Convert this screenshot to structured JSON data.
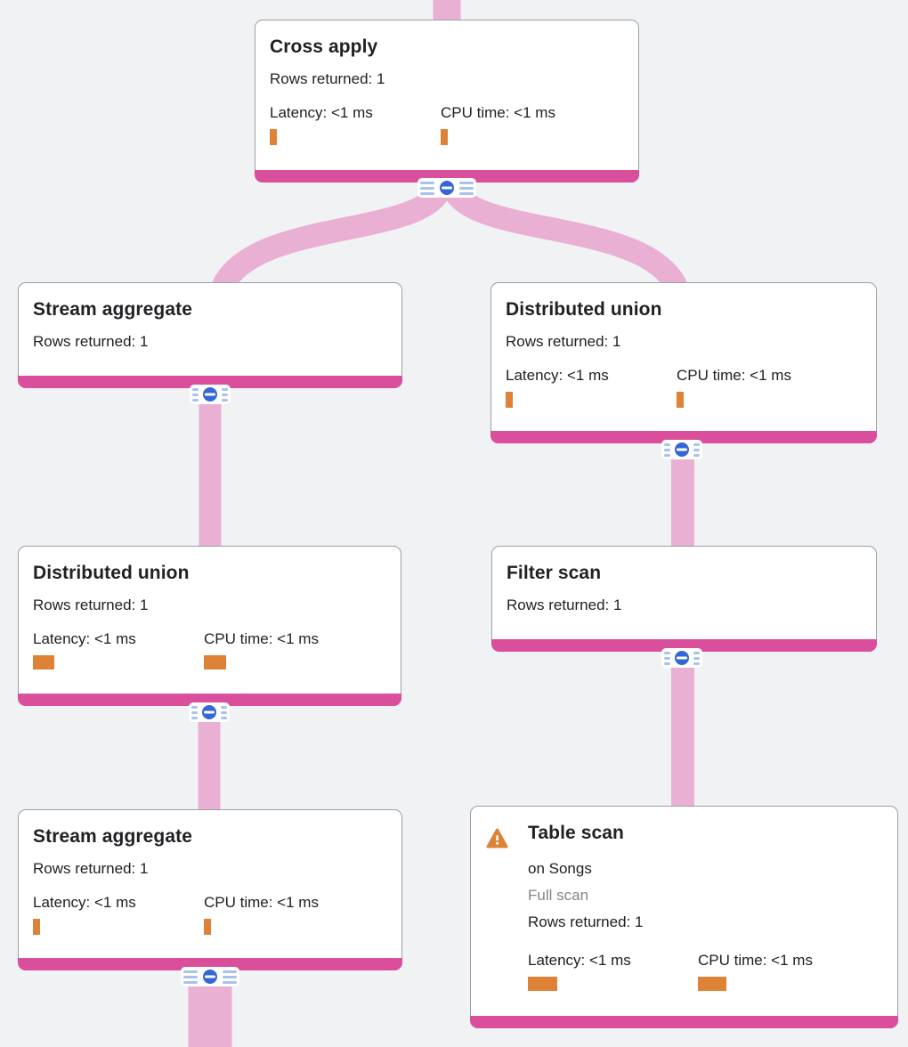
{
  "colors": {
    "bg": "#f0f2f4",
    "border": "#9aa0a6",
    "accent": "#d94f9c",
    "link": "#e9b0d4",
    "blue": "#3367d6",
    "bluelines": "#a8c1ee",
    "orange": "#dd8236",
    "title": "#202124",
    "body": "#202124",
    "muted": "#80868b"
  },
  "nodes": [
    {
      "title": "Cross apply",
      "rows": "Rows returned: 1",
      "latency": "Latency: <1 ms",
      "cpu": "CPU time: <1 ms",
      "latency_bar_w": 8,
      "cpu_bar_w": 8
    },
    {
      "title": "Stream aggregate",
      "rows": "Rows returned: 1"
    },
    {
      "title": "Distributed union",
      "rows": "Rows returned: 1",
      "latency": "Latency: <1 ms",
      "cpu": "CPU time: <1 ms",
      "latency_bar_w": 8,
      "cpu_bar_w": 8
    },
    {
      "title": "Distributed union",
      "rows": "Rows returned: 1",
      "latency": "Latency: <1 ms",
      "cpu": "CPU time: <1 ms",
      "latency_bar_w": 24,
      "cpu_bar_w": 25
    },
    {
      "title": "Filter scan",
      "rows": "Rows returned: 1"
    },
    {
      "title": "Stream aggregate",
      "rows": "Rows returned: 1",
      "latency": "Latency: <1 ms",
      "cpu": "CPU time: <1 ms",
      "latency_bar_w": 8,
      "cpu_bar_w": 8
    },
    {
      "title": "Table scan",
      "warning": "full-scan-warning",
      "target": "on Songs",
      "scan_type": "Full scan",
      "rows": "Rows returned: 1",
      "latency": "Latency: <1 ms",
      "cpu": "CPU time: <1 ms",
      "latency_bar_w": 33,
      "cpu_bar_w": 32
    }
  ]
}
